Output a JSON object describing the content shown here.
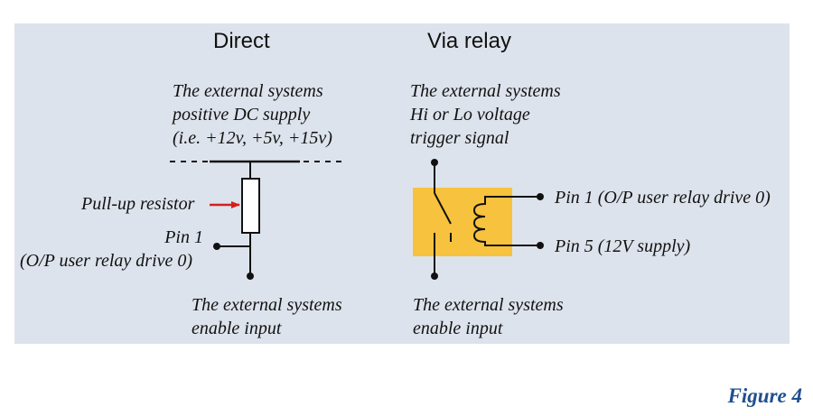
{
  "direct": {
    "heading": "Direct",
    "supply_label": [
      "The external systems",
      "positive DC supply",
      "(i.e. +12v, +5v, +15v)"
    ],
    "resistor_label": "Pull-up resistor",
    "pin_label": [
      "Pin 1",
      "(O/P user relay drive 0)"
    ],
    "enable_label": [
      "The external systems",
      "enable input"
    ]
  },
  "relay": {
    "heading": "Via relay",
    "trigger_label": [
      "The external systems",
      "Hi or Lo voltage",
      "trigger signal"
    ],
    "pin1_label": "Pin 1 (O/P user relay drive 0)",
    "pin5_label": "Pin 5 (12V supply)",
    "enable_label": [
      "The external systems",
      "enable input"
    ]
  },
  "colors": {
    "panel": "#dde3ec",
    "relay_box": "#f7c23d",
    "arrow": "#d41f1f",
    "caption": "#1f4f8f"
  },
  "caption": "Figure 4"
}
